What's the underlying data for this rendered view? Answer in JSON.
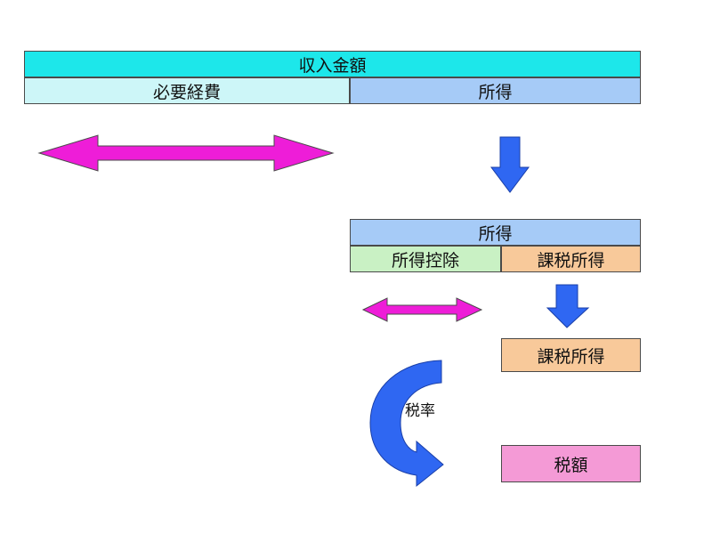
{
  "colors": {
    "income": "#1de7ea",
    "expenses": "#cdf6f8",
    "income_result": "#a6cbf7",
    "deduction": "#c9f1c4",
    "taxable": "#f8c99a",
    "tax": "#f49ad6",
    "magenta_arrow": "#ee1dd8",
    "blue_arrow": "#2f67f2"
  },
  "top_row": {
    "income_total": "収入金額",
    "necessary_expenses": "必要経費",
    "income": "所得"
  },
  "middle_block": {
    "income": "所得",
    "income_deduction": "所得控除",
    "taxable_income": "課税所得"
  },
  "result_block": {
    "taxable_income": "課税所得",
    "tax_rate": "税率",
    "tax_amount": "税額"
  }
}
